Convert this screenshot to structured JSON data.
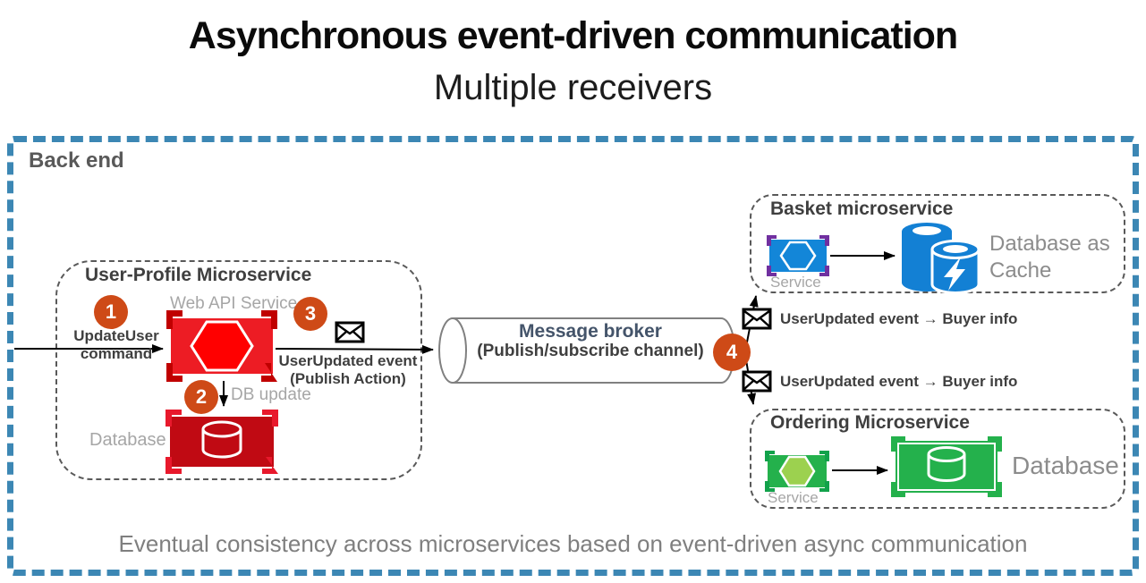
{
  "title": "Asynchronous event-driven communication",
  "subtitle": "Multiple receivers",
  "backend": {
    "label": "Back end"
  },
  "caption": "Eventual consistency across microservices based on event-driven async communication",
  "badges": {
    "one": "1",
    "two": "2",
    "three": "3",
    "four": "4"
  },
  "user_profile": {
    "title": "User-Profile Microservice",
    "web_api_label": "Web API Service",
    "command_line1": "UpdateUser",
    "command_line2": "command",
    "event_line1": "UserUpdated event",
    "event_line2": "(Publish Action)",
    "db_update_label": "DB update",
    "database_label": "Database"
  },
  "broker": {
    "title": "Message broker",
    "subtitle": "(Publish/subscribe channel)"
  },
  "events": {
    "to_basket": "UserUpdated event → Buyer info",
    "to_ordering": "UserUpdated event → Buyer info"
  },
  "basket": {
    "title": "Basket microservice",
    "service_label": "Service",
    "database_label": "Database as Cache"
  },
  "ordering": {
    "title": "Ordering Microservice",
    "service_label": "Service",
    "database_label": "Database"
  },
  "colors": {
    "outer_border": "#3C87B4",
    "badge": "#CE4A17",
    "service_red": "#ED1C24",
    "bracket_dark_red": "#C00000",
    "hexagon_red": "#FF0000",
    "database_red": "#C00A13",
    "bracket_bright_red": "#E8192C",
    "service_blue": "#1386D8",
    "bracket_purple": "#7030A0",
    "cache_blue": "#1380D4",
    "service_green": "#24B14C",
    "bracket_green": "#12A24B",
    "hexagon_light_green": "#9CD14F",
    "dark_text": "#3F3F3F",
    "gray_text": "#A6A6A6",
    "broker_title_text": "#44546A"
  }
}
